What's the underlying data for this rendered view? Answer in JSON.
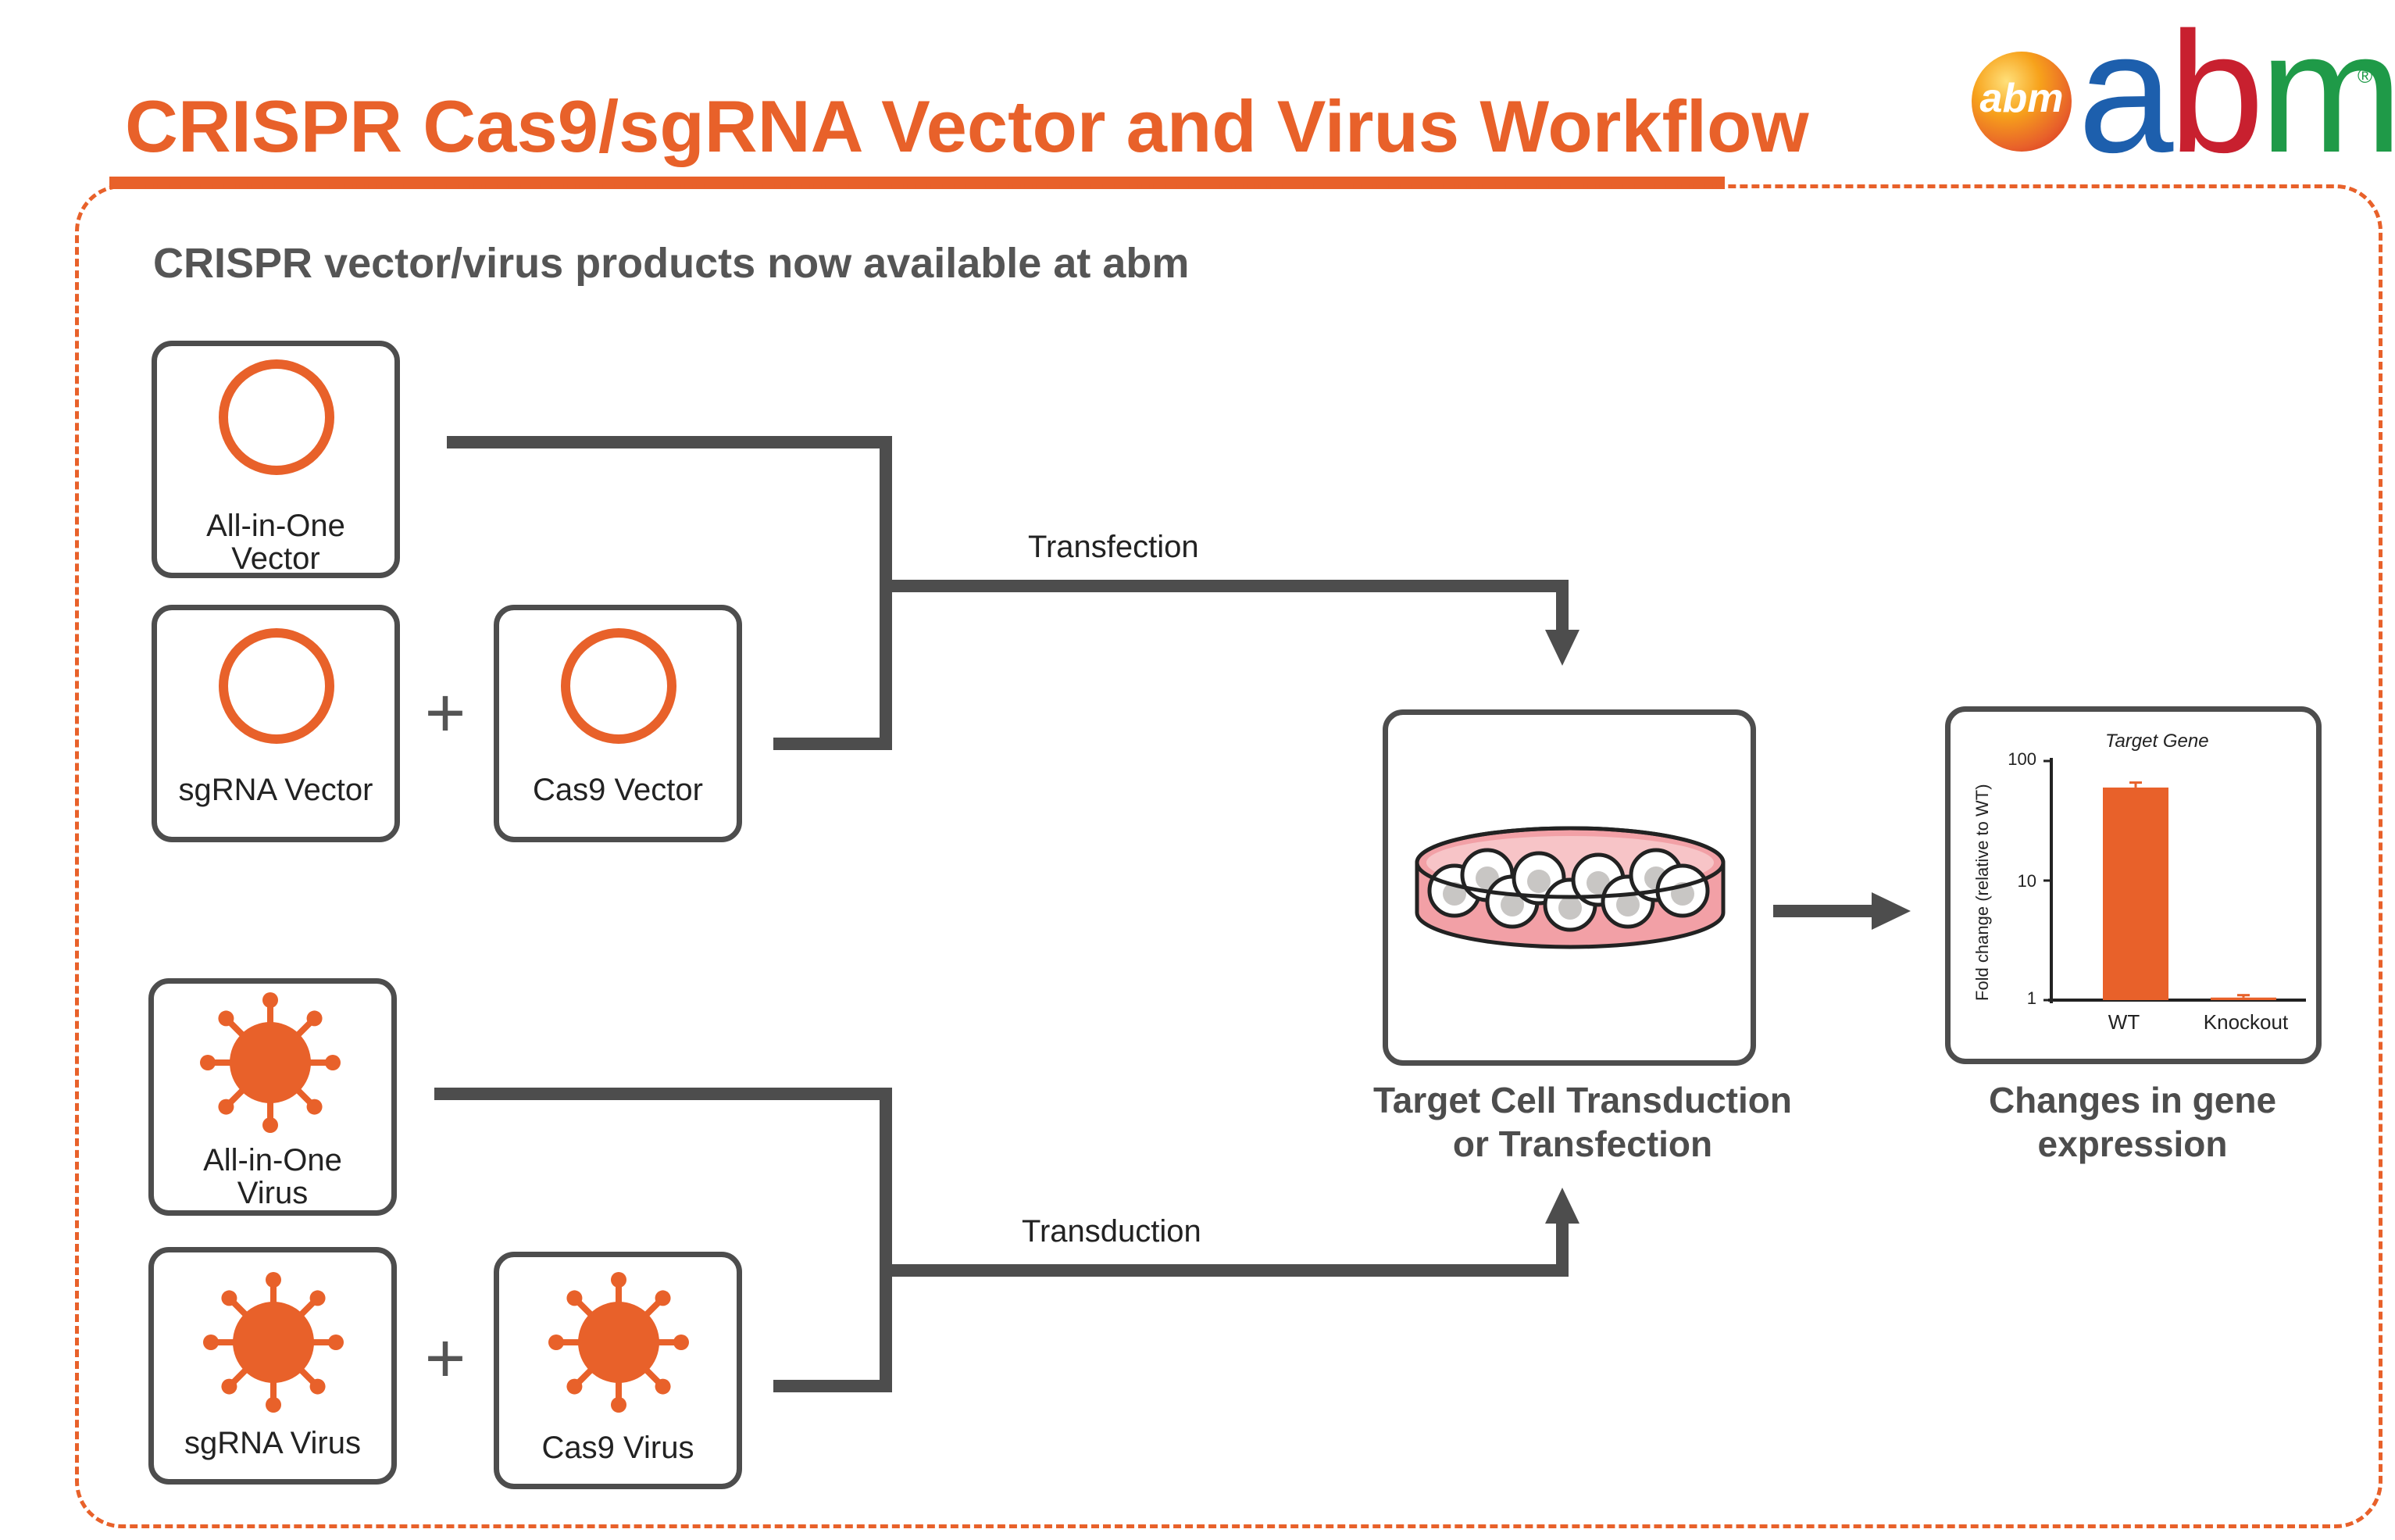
{
  "header": {
    "title": "CRISPR Cas9/sgRNA Vector and Virus Workflow",
    "logo_ball_text": "abm",
    "logo_word": [
      "a",
      "b",
      "m"
    ],
    "logo_reg": "®"
  },
  "subtitle": "CRISPR vector/virus products now available at abm",
  "vectors": {
    "all_in_one": [
      "All-in-One",
      "Vector"
    ],
    "sgrna": "sgRNA Vector",
    "cas9": "Cas9 Vector",
    "plus": "+"
  },
  "viruses": {
    "all_in_one": [
      "All-in-One",
      "Virus"
    ],
    "sgrna": "sgRNA Virus",
    "cas9": "Cas9 Virus",
    "plus": "+"
  },
  "flows": {
    "transfection": "Transfection",
    "transduction": "Transduction"
  },
  "target_cell": {
    "caption": [
      "Target Cell Transduction",
      "or Transfection"
    ]
  },
  "result": {
    "caption": [
      "Changes in gene",
      "expression"
    ]
  },
  "chart_data": {
    "type": "bar",
    "title": "Target Gene",
    "ylabel": "Fold change (relative to WT)",
    "xlabel": "",
    "yscale": "log",
    "ylim": [
      1,
      100
    ],
    "yticks": [
      "100",
      "10",
      "1"
    ],
    "categories": [
      "WT",
      "Knockout"
    ],
    "values": [
      60,
      1.05
    ],
    "error": [
      6,
      0.05
    ]
  },
  "colors": {
    "accent": "#e8612a",
    "line": "#4d4d4d",
    "dish_pink": "#f2a0a6"
  }
}
